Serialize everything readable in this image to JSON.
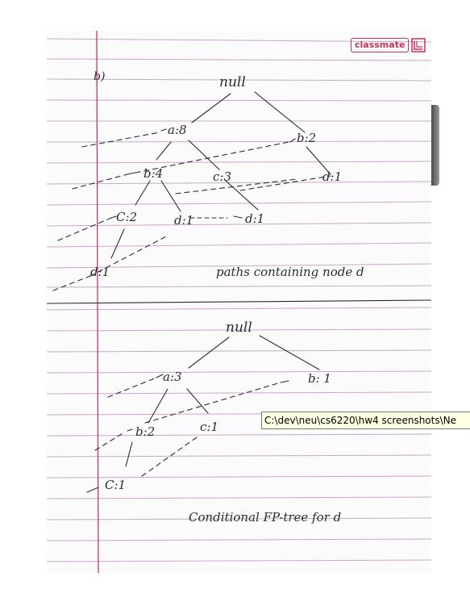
{
  "brand": {
    "name": "classmate",
    "logo_icon": "classmate-logo-icon"
  },
  "part_label": "b)",
  "tree1": {
    "root": "null",
    "nodes": {
      "a8": "a:8",
      "b2": "b:2",
      "b4": "b:4",
      "c3": "c:3",
      "d1_right": "d:1",
      "c2": "C:2",
      "d1_a": "d:1",
      "d1_b": "d:1",
      "d1_bottom": "d:1"
    },
    "caption": "paths containing node d"
  },
  "tree2": {
    "root": "null",
    "nodes": {
      "a3": "a:3",
      "b1": "b: 1",
      "b2": "b:2",
      "c1": "c:1",
      "c1_bottom": "C:1"
    },
    "caption": "Conditional FP-tree for d"
  },
  "tooltip": {
    "text": "C:\\dev\\neu\\cs6220\\hw4 screenshots\\Ne"
  },
  "colors": {
    "rule_line": "#c8a9c8",
    "margin_line": "#c2357a",
    "ink": "#2b2b33",
    "brand": "#c9315b",
    "tooltip_bg": "#ffffe1"
  }
}
